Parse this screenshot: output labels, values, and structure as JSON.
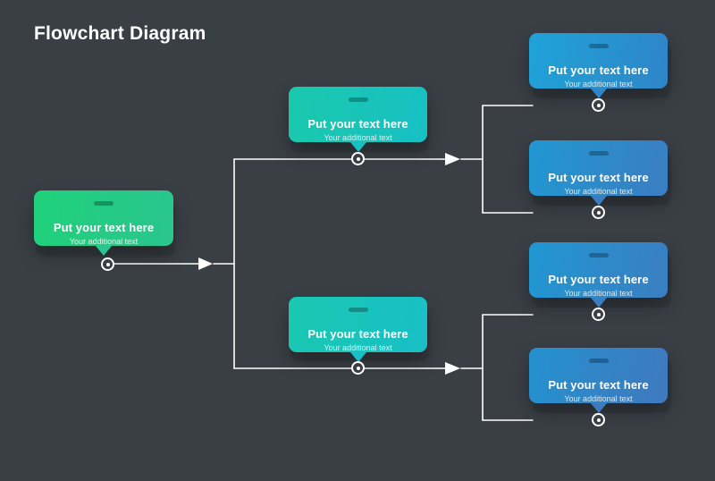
{
  "page": {
    "title": "Flowchart Diagram",
    "background": "#393f45",
    "watermark": ""
  },
  "colors": {
    "green_from": "#1fd17a",
    "green_to": "#27c98d",
    "teal_from": "#19c3b8",
    "teal_to": "#17c2bd",
    "blue_from": "#1f9fd6",
    "blue_to": "#2f86c8",
    "blue_from_2": "#2491cf",
    "blue_to_2": "#3b7cc0",
    "line": "#ffffff",
    "text": "#ffffff"
  },
  "nodes": [
    {
      "id": "root",
      "title": "Put your text here",
      "subtitle": "Your additional text",
      "color_start": "#1fd17a",
      "color_end": "#2ac58f"
    },
    {
      "id": "branch-top",
      "title": "Put your text here",
      "subtitle": "Your additional text",
      "color_start": "#19c9ac",
      "color_end": "#18c0c4"
    },
    {
      "id": "branch-bottom",
      "title": "Put your text here",
      "subtitle": "Your additional text",
      "color_start": "#19c8b0",
      "color_end": "#19bfc6"
    },
    {
      "id": "leaf-1",
      "title": "Put your text here",
      "subtitle": "Your additional text",
      "color_start": "#1fa3d8",
      "color_end": "#2f85c7"
    },
    {
      "id": "leaf-2",
      "title": "Put your text here",
      "subtitle": "Your additional text",
      "color_start": "#2197d2",
      "color_end": "#3a7ec1"
    },
    {
      "id": "leaf-3",
      "title": "Put your text here",
      "subtitle": "Your additional text",
      "color_start": "#2197d2",
      "color_end": "#3a7ec1"
    },
    {
      "id": "leaf-4",
      "title": "Put your text here",
      "subtitle": "Your additional text",
      "color_start": "#2491cf",
      "color_end": "#3f79be"
    }
  ]
}
